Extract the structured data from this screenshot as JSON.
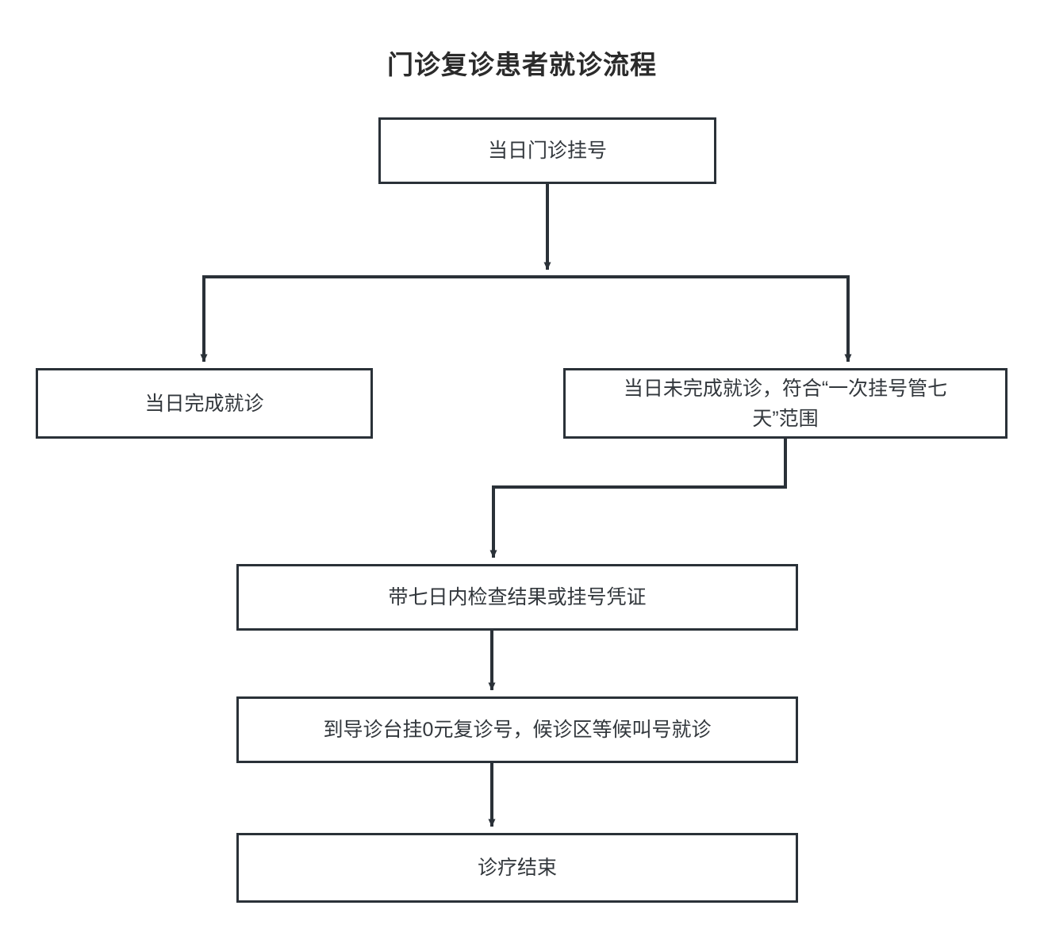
{
  "title": "门诊复诊患者就诊流程",
  "colors": {
    "stroke": "#2a3138",
    "text": "#32373c",
    "title": "#2b2b2b",
    "background": "#ffffff"
  },
  "nodes": [
    {
      "id": "register",
      "label": "当日门诊挂号"
    },
    {
      "id": "same-day-done",
      "label": "当日完成就诊"
    },
    {
      "id": "same-day-undone",
      "label": "当日未完成就诊，符合“一次挂号管七\n天”范围"
    },
    {
      "id": "bring-proof",
      "label": "带七日内检查结果或挂号凭证"
    },
    {
      "id": "free-revisit",
      "label": "到导诊台挂0元复诊号，候诊区等候叫号就诊"
    },
    {
      "id": "finish",
      "label": "诊疗结束"
    }
  ],
  "connectors": [
    {
      "id": "register-to-split",
      "from": "register",
      "to": "split-bus"
    },
    {
      "id": "split-to-same-day-done",
      "from": "split-bus",
      "to": "same-day-done"
    },
    {
      "id": "split-to-same-day-undone",
      "from": "split-bus",
      "to": "same-day-undone"
    },
    {
      "id": "undone-to-bring-proof",
      "from": "same-day-undone",
      "to": "bring-proof"
    },
    {
      "id": "proof-to-free-revisit",
      "from": "bring-proof",
      "to": "free-revisit"
    },
    {
      "id": "revisit-to-finish",
      "from": "free-revisit",
      "to": "finish"
    }
  ]
}
